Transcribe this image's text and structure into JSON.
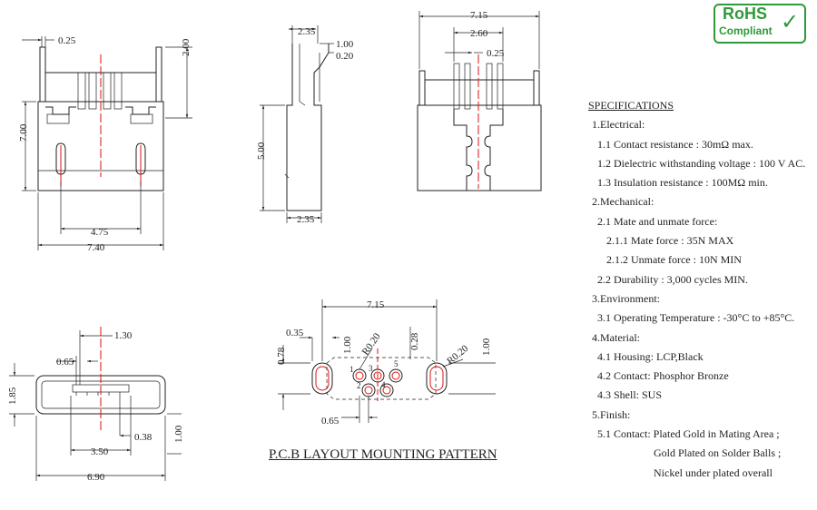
{
  "badge": {
    "line1": "RoHS",
    "line2": "Compliant",
    "check": "✓",
    "color": "#2e9a3a"
  },
  "front_view": {
    "d_top": "0.25",
    "d_side": "2.00",
    "d_height": "7.00",
    "d_pitch": "4.75",
    "d_width": "7.40"
  },
  "side_view": {
    "d_top": "2.35",
    "d_a": "1.00",
    "d_b": "0.20",
    "d_height": "5.00",
    "d_bottom": "2.35"
  },
  "rear_view": {
    "d_total": "7.15",
    "d_mid": "2.60",
    "d_pin": "0.25"
  },
  "end_view": {
    "d_a": "1.30",
    "d_b": "0.65",
    "d_h": "1.85",
    "d_c": "0.38",
    "d_d": "3.50",
    "d_e": "1.00",
    "d_w": "6.90"
  },
  "pcb": {
    "title": "P.C.B LAYOUT MOUNTING PATTERN",
    "d_width": "7.15",
    "d_a": "0.35",
    "d_b": "0.78",
    "d_c": "1.00",
    "d_r1": "R0.20",
    "d_d": "0.28",
    "d_r2": "R0.20",
    "d_e": "1.00",
    "d_f": "0.65",
    "pins": [
      "1",
      "3",
      "5",
      "2",
      "4"
    ]
  },
  "specifications": {
    "heading": "SPECIFICATIONS",
    "lines": [
      {
        "text": "1.Electrical:",
        "level": 1
      },
      {
        "text": "1.1 Contact resistance : 30mΩ max.",
        "level": 2
      },
      {
        "text": "1.2 Dielectric withstanding voltage : 100 V AC.",
        "level": 2
      },
      {
        "text": "1.3 Insulation resistance : 100MΩ min.",
        "level": 2
      },
      {
        "text": "2.Mechanical:",
        "level": 1
      },
      {
        "text": "2.1 Mate and unmate force:",
        "level": 2
      },
      {
        "text": "2.1.1 Mate force : 35N MAX",
        "level": 3
      },
      {
        "text": "2.1.2 Unmate force : 10N MIN",
        "level": 3
      },
      {
        "text": "2.2 Durability : 3,000 cycles MIN.",
        "level": 2
      },
      {
        "text": "3.Environment:",
        "level": 1
      },
      {
        "text": "3.1 Operating Temperature : -30°C to +85°C.",
        "level": 2
      },
      {
        "text": "4.Material:",
        "level": 1
      },
      {
        "text": "4.1 Housing: LCP,Black",
        "level": 2
      },
      {
        "text": "4.2 Contact: Phosphor Bronze",
        "level": 2
      },
      {
        "text": "4.3 Shell: SUS",
        "level": 2
      },
      {
        "text": "5.Finish:",
        "level": 1
      },
      {
        "text": "5.1 Contact: Plated Gold in Mating Area ;",
        "level": 2
      },
      {
        "text": "Gold Plated on Solder Balls ;",
        "level": 4
      },
      {
        "text": "Nickel under plated overall",
        "level": 4
      }
    ]
  }
}
